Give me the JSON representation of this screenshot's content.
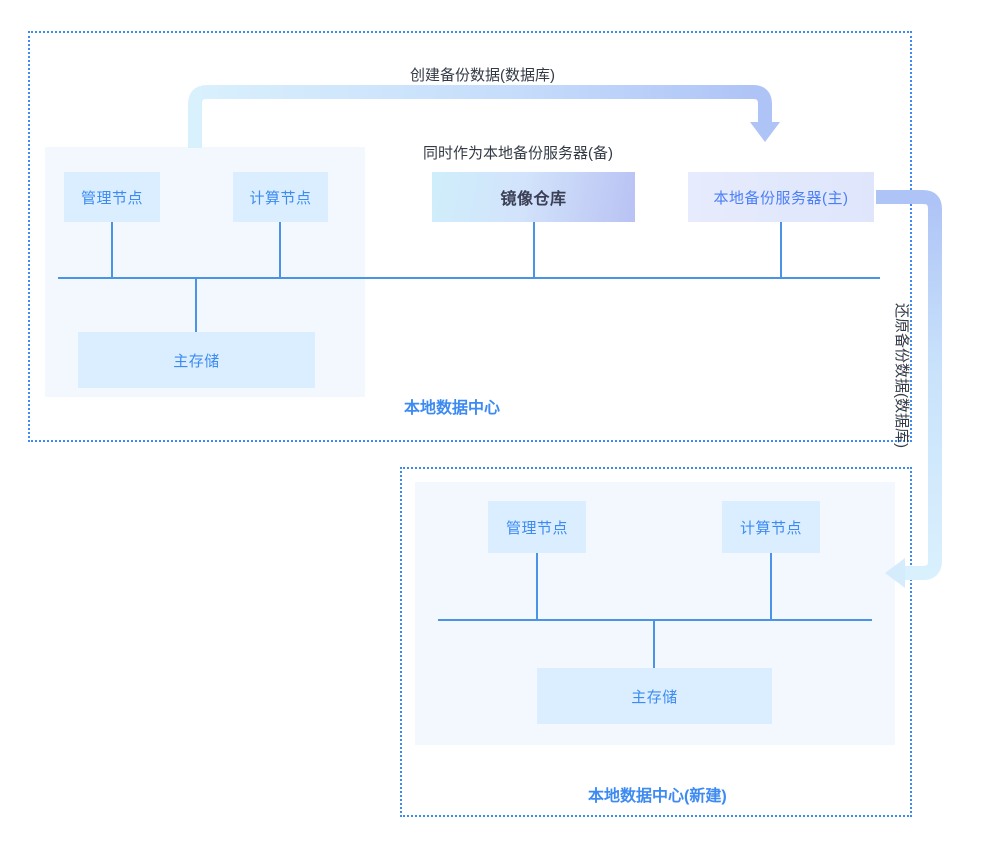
{
  "diagram": {
    "flow_labels": {
      "create_backup": "创建备份数据(数据库)",
      "also_standby": "同时作为本地备份服务器(备)",
      "restore_backup": "还原备份数据(数据库)"
    },
    "datacenter_top": {
      "title": "本地数据中心",
      "nodes": {
        "management": "管理节点",
        "compute": "计算节点",
        "storage": "主存储"
      }
    },
    "shared": {
      "registry": "镜像仓库",
      "backup_server_main": "本地备份服务器(主)"
    },
    "datacenter_bottom": {
      "title": "本地数据中心(新建)",
      "nodes": {
        "management": "管理节点",
        "compute": "计算节点",
        "storage": "主存储"
      }
    },
    "colors": {
      "frame_dashed": "#3d8bf2",
      "panel_bg": "#f3f7fe",
      "node_plain": "#daeeff",
      "node_soft": "#e4eafc",
      "node_text": "#3d8bf2",
      "line": "#4a94e8",
      "arrow_start": "#d9f0fd",
      "arrow_end": "#aec3f6",
      "caption_text": "#333a45"
    }
  }
}
